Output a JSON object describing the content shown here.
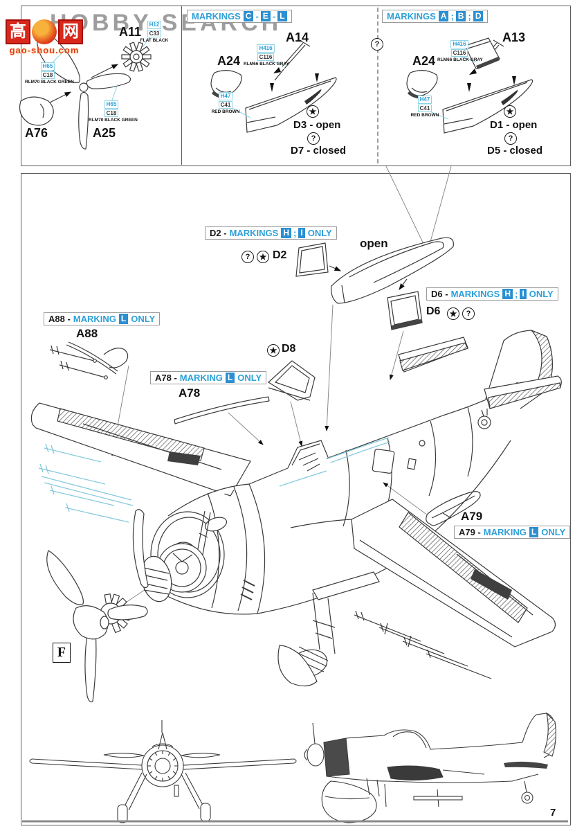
{
  "watermark": {
    "title": "HOBBY SEARCH",
    "logo_char_left": "高",
    "logo_char_right": "网",
    "logo_site": "gao-shou.com"
  },
  "symbols": {
    "star": "★",
    "question": "?"
  },
  "seps": {
    "dash": "-",
    "semi": ";"
  },
  "panel_propeller": {
    "a11": "A11",
    "a76": "A76",
    "a25": "A25",
    "callout_black": {
      "h": "H12",
      "c": "C33",
      "name": "FLAT BLACK"
    },
    "callout_green_left": {
      "h": "H65",
      "c": "C18",
      "name": "RLM70 BLACK GREEN"
    },
    "callout_green_right": {
      "h": "H65",
      "c": "C18",
      "name": "RLM70 BLACK GREEN"
    }
  },
  "panel_cel": {
    "header": "MARKINGS",
    "letters": [
      "C",
      "E",
      "L"
    ],
    "a14": "A14",
    "a24": "A24",
    "callout_gray": {
      "h": "H416",
      "c": "C116",
      "name": "RLM66 BLACK GRAY"
    },
    "callout_brown": {
      "h": "H47",
      "c": "C41",
      "name": "RED BROWN"
    },
    "open": "D3 - open",
    "closed": "D7 - closed"
  },
  "panel_abd": {
    "header": "MARKINGS",
    "letters": [
      "A",
      "B",
      "D"
    ],
    "a13": "A13",
    "a24": "A24",
    "callout_gray": {
      "h": "H416",
      "c": "C116",
      "name": "RLM66 BLACK GRAY"
    },
    "callout_brown": {
      "h": "H47",
      "c": "C41",
      "name": "RED BROWN"
    },
    "open": "D1 - open",
    "closed": "D5 - closed"
  },
  "main": {
    "d2_box": {
      "part": "D2 -",
      "word": "MARKINGS",
      "letters": [
        "H",
        "I"
      ],
      "suffix": "ONLY"
    },
    "d2": "D2",
    "open": "open",
    "d6_box": {
      "part": "D6 -",
      "word": "MARKINGS",
      "letters": [
        "H",
        "I"
      ],
      "suffix": "ONLY"
    },
    "d6": "D6",
    "d8": "D8",
    "a88_box": {
      "part": "A88 -",
      "word": "MARKING",
      "letters": [
        "L"
      ],
      "suffix": "ONLY"
    },
    "a88": "A88",
    "a78_box": {
      "part": "A78 -",
      "word": "MARKING",
      "letters": [
        "L"
      ],
      "suffix": "ONLY"
    },
    "a78": "A78",
    "a79_box": {
      "part": "A79 -",
      "word": "MARKING",
      "letters": [
        "L"
      ],
      "suffix": "ONLY"
    },
    "a79": "A79",
    "f": "F"
  },
  "footer": {
    "page": "7"
  }
}
